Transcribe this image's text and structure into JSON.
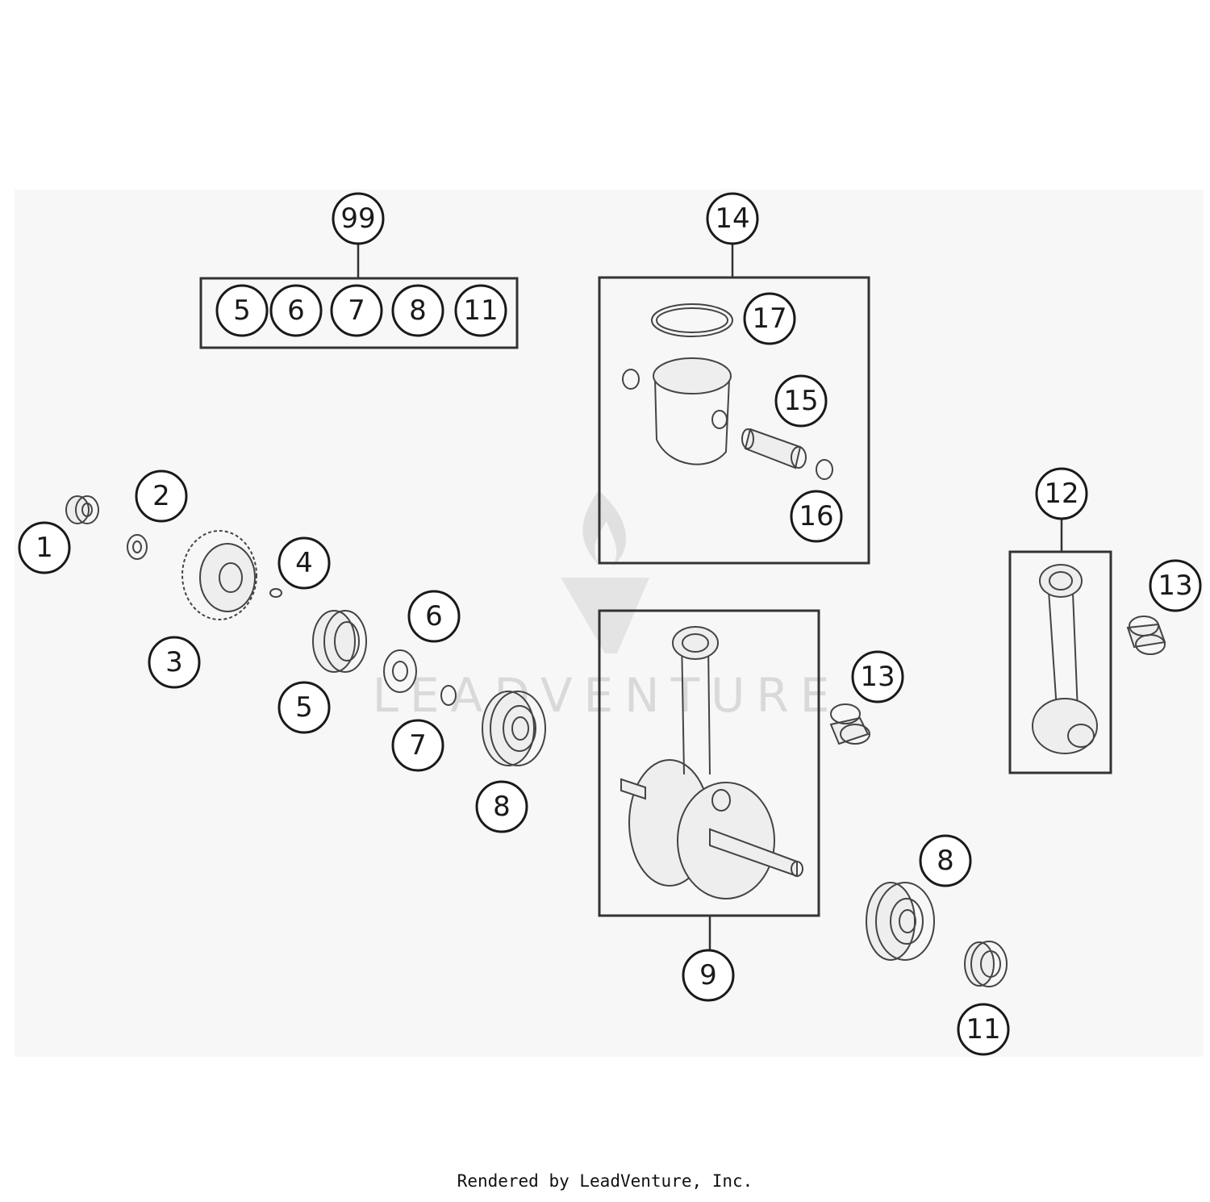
{
  "diagram": {
    "background": "#f7f7f7",
    "kit_99": {
      "label": "99",
      "contents": [
        "5",
        "6",
        "7",
        "8",
        "11"
      ]
    },
    "kit_14": {
      "label": "14"
    },
    "kit_9": {
      "label": "9"
    },
    "kit_12": {
      "label": "12"
    },
    "callouts": [
      "1",
      "2",
      "3",
      "4",
      "5",
      "6",
      "7",
      "8",
      "8",
      "11",
      "13",
      "13",
      "15",
      "16",
      "17"
    ]
  },
  "watermark": {
    "text": "LEADVENTURE",
    "icon": "flame-v-logo-icon"
  },
  "footer": {
    "text": "Rendered by LeadVenture, Inc."
  }
}
